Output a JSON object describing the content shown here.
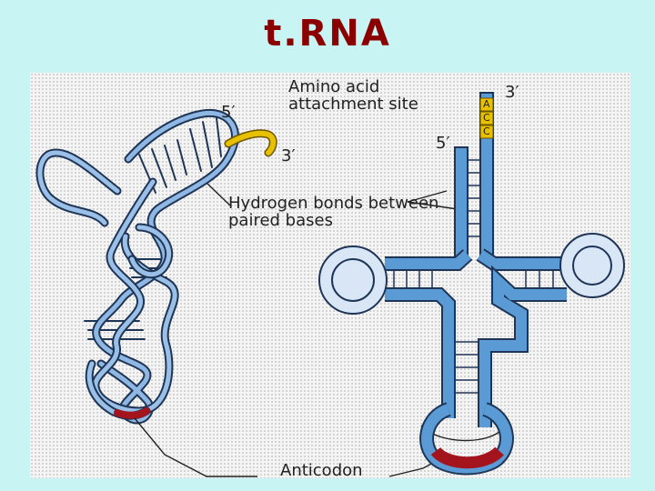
{
  "title": "t.RNA",
  "labels": {
    "amino_acid_site": "Amino acid attachment site",
    "hydrogen_bonds": "Hydrogen bonds between paired bases",
    "anticodon": "Anticodon",
    "left_five_prime": "5′",
    "left_three_prime": "3′",
    "right_five_prime": "5′",
    "right_three_prime": "3′"
  },
  "acc_bases": [
    "A",
    "C",
    "C"
  ],
  "colors": {
    "title": "#8b0000",
    "backbone_blue": "#5b9bd5",
    "backbone_outline": "#1f3556",
    "loop_light": "#d8e6f6",
    "yellow_end": "#e7c000",
    "anticodon_red": "#a3141c"
  }
}
